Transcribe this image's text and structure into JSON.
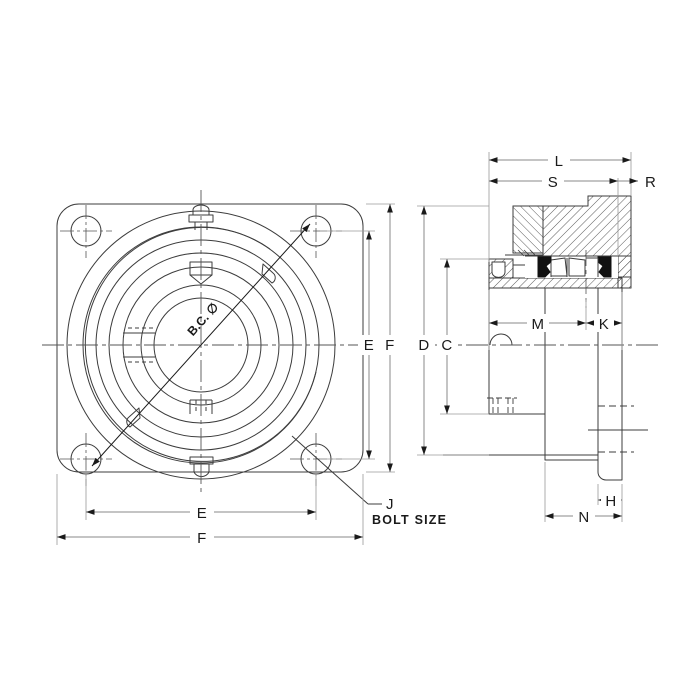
{
  "drawing": {
    "type": "engineering-drawing",
    "subject": "4-bolt square flange mounted ball bearing unit",
    "background_color": "#ffffff",
    "line_color": "#3c3c3c",
    "dim_line_color": "#808080",
    "text_color": "#1a1a1a",
    "hatch_color": "#4a4a4a",
    "views": [
      {
        "id": "front",
        "name": "front-elevation-view",
        "description": "square flange face with four corner bolt holes and concentric bearing bores"
      },
      {
        "id": "section",
        "name": "side-section-view",
        "description": "cross-section through bearing housing showing ball bearing, seals and set-screw collar"
      }
    ]
  },
  "labels": {
    "front_view": {
      "bc_diameter": "B.C. ∅",
      "bolt_hole_leader": "J",
      "bolt_size_note": "BOLT SIZE",
      "width_inner": "E",
      "width_outer": "F",
      "height_inner": "E",
      "height_outer": "F"
    },
    "section_view": {
      "overall_length": "L",
      "shoulder_length": "S",
      "end_length": "R",
      "outer_height": "D",
      "inner_height": "C",
      "housing_width": "M",
      "collar_width": "K",
      "base_width": "N",
      "base_thickness": "H"
    }
  },
  "dimension_list": [
    "B.C. ∅",
    "C",
    "D",
    "E",
    "F",
    "H",
    "J",
    "K",
    "L",
    "M",
    "N",
    "R",
    "S"
  ]
}
